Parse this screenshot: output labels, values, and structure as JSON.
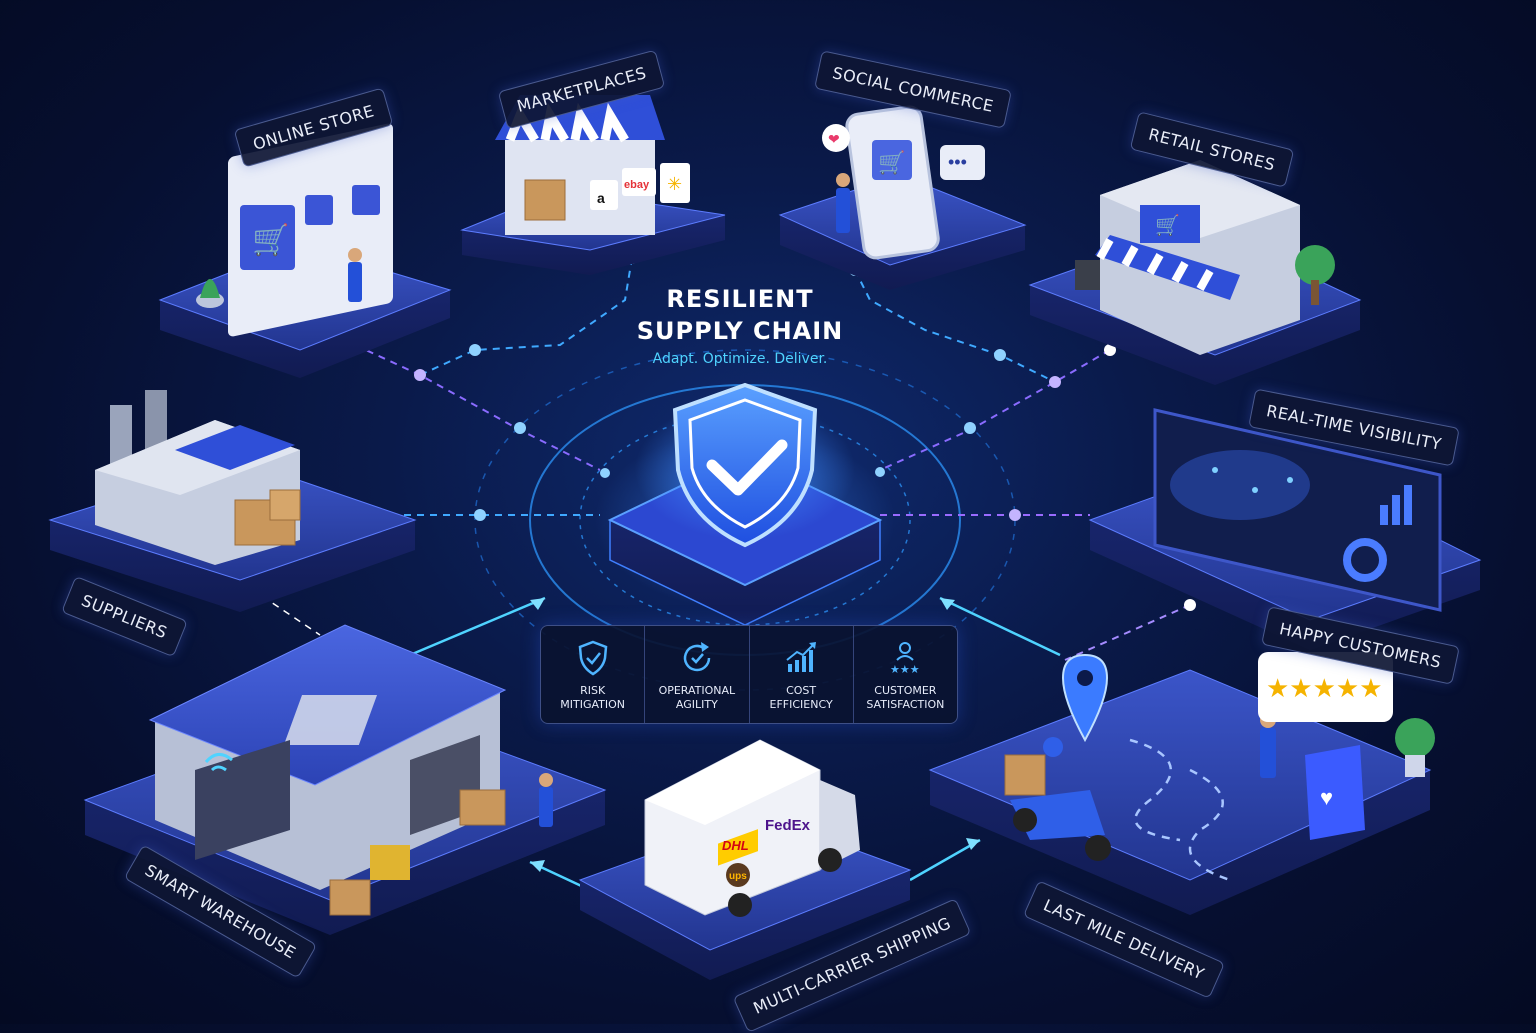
{
  "title": {
    "line1": "RESILIENT",
    "line2": "SUPPLY CHAIN",
    "tagline": "Adapt. Optimize. Deliver."
  },
  "nodes": {
    "online_store": "ONLINE STORE",
    "marketplaces": "MARKETPLACES",
    "social_commerce": "SOCIAL COMMERCE",
    "retail_stores": "RETAIL STORES",
    "suppliers": "SUPPLIERS",
    "real_time_visibility": "REAL-TIME VISIBILITY",
    "happy_customers": "HAPPY CUSTOMERS",
    "smart_warehouse": "SMART WAREHOUSE",
    "multi_carrier_shipping": "MULTI-CARRIER SHIPPING",
    "last_mile_delivery": "LAST MILE DELIVERY"
  },
  "benefits": [
    {
      "label": "RISK\nMITIGATION",
      "icon": "shield-check-icon"
    },
    {
      "label": "OPERATIONAL\nAGILITY",
      "icon": "refresh-icon"
    },
    {
      "label": "COST\nEFFICIENCY",
      "icon": "growth-chart-icon"
    },
    {
      "label": "CUSTOMER\nSATISFACTION",
      "icon": "customer-stars-icon"
    }
  ],
  "brands": {
    "ebay": "ebay",
    "amazon": "a",
    "dhl": "DHL",
    "fedex": "FedEx",
    "ups": "ups"
  },
  "colors": {
    "background": "#060f30",
    "platform": "#2b3fa6",
    "accent_cyan": "#4fd3ff",
    "accent_purple": "#9a6bff",
    "shield": "#2f6bff"
  }
}
